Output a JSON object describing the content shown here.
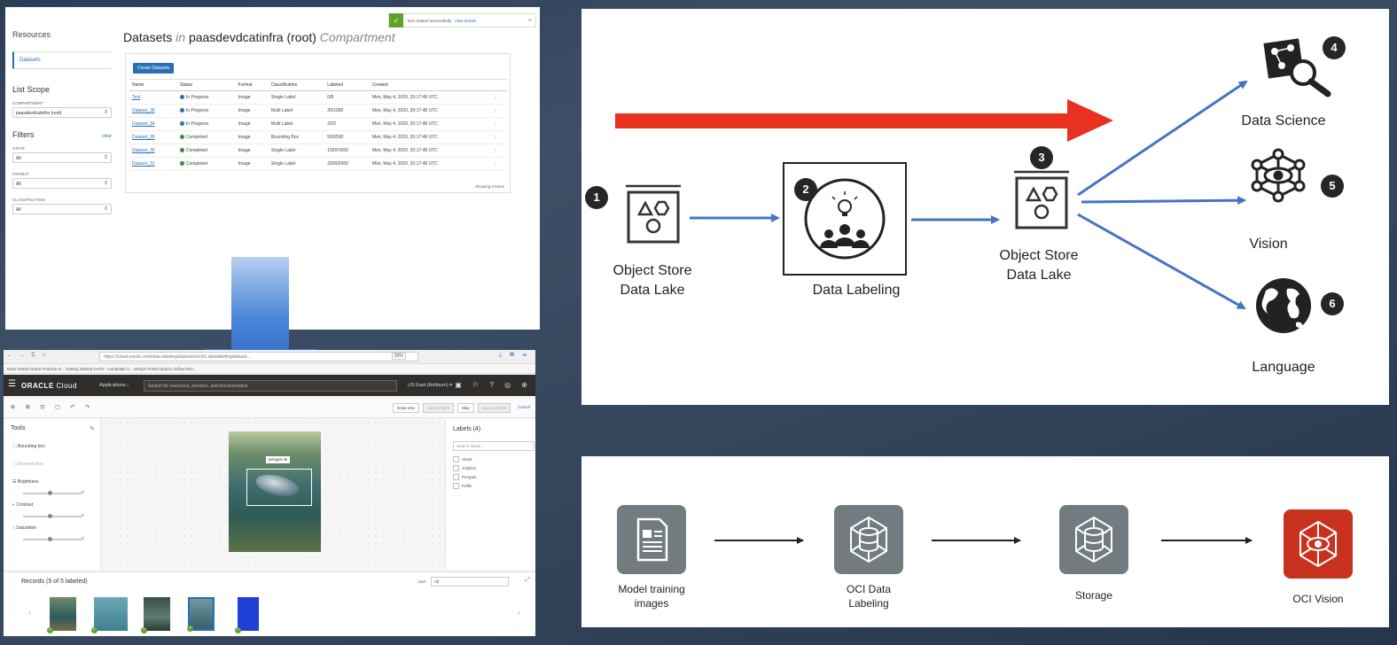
{
  "datasets_panel": {
    "sidebar": {
      "resources_heading": "Resources",
      "datasets_link": "Datasets",
      "list_scope_heading": "List Scope",
      "compartment_label": "COMPARTMENT",
      "compartment_value": "paasdevdcatinfra (root)",
      "filters_heading": "Filters",
      "clear_link": "clear",
      "state_label": "STATE",
      "state_value": "All",
      "format_label": "FORMAT",
      "format_value": "All",
      "classification_label": "CLASSIFICATION",
      "classification_value": "All"
    },
    "title": {
      "main": "Datasets",
      "in": "in",
      "compartment": "paasdevdcatinfra (root)",
      "suffix": "Compartment"
    },
    "toast": {
      "message": "Test created successfully.",
      "link": "View details.",
      "close": "×"
    },
    "create_button": "Create Datasets",
    "columns": [
      "Name",
      "Status",
      "Format",
      "Classification",
      "Labeled",
      "Created"
    ],
    "rows": [
      {
        "name": "Test",
        "status": "In Progress",
        "status_color": "#2a6fb8",
        "format": "Image",
        "classification": "Single Label",
        "labeled": "0/8",
        "created": "Mon, May 4, 2020, 20:17:48 UTC"
      },
      {
        "name": "Dataset_36",
        "status": "In Progress",
        "status_color": "#2a6fb8",
        "format": "Image",
        "classification": "Multi Label",
        "labeled": "20/1000",
        "created": "Mon, May 4, 2020, 20:17:48 UTC"
      },
      {
        "name": "Dataset_34",
        "status": "In Progress",
        "status_color": "#2a6fb8",
        "format": "Image",
        "classification": "Multi Label",
        "labeled": "2/20",
        "created": "Mon, May 4, 2020, 20:17:48 UTC"
      },
      {
        "name": "Dataset_35",
        "status": "Completed",
        "status_color": "#3d8b37",
        "format": "Image",
        "classification": "Bounding Box",
        "labeled": "500/500",
        "created": "Mon, May 4, 2020, 20:17:48 UTC"
      },
      {
        "name": "Dataset_30",
        "status": "Completed",
        "status_color": "#3d8b37",
        "format": "Image",
        "classification": "Single Label",
        "labeled": "1000/1000",
        "created": "Mon, May 4, 2020, 20:17:48 UTC"
      },
      {
        "name": "Dataset_31",
        "status": "Completed",
        "status_color": "#3d8b37",
        "format": "Image",
        "classification": "Single Label",
        "labeled": "2000/2000",
        "created": "Mon, May 4, 2020, 20:17:48 UTC"
      }
    ],
    "footer": "Showing 6 items"
  },
  "labeling_panel": {
    "browser": {
      "nav": "← → C ⌂",
      "url": "https://cloud.oracle.com/data-labeling/datasets/ocid1.datalabelingdataset...",
      "zoom": "90%",
      "right_icons": "⤓ ▥ ☰"
    },
    "bookmarks": "Most Visited   Oracle Practice D...   Getting Started   OATS - Candidate A...   GitOps Portal   Apache Airflow Dev...",
    "oracle_bar": {
      "logo_main": "ORACLE",
      "logo_sub": "Cloud",
      "applications": "Applications ›",
      "search_placeholder": "Search for resources, services, and documentation",
      "region": "US East (Ashburn) ▾",
      "icons": "▣ ⚐ ? ◎ ⊕"
    },
    "toolbar": {
      "tool_icons": "⊕ ⊞ ⊡ ▢ ↶ ↷",
      "buttons": [
        "Draw new",
        "Save & Next",
        "Skip",
        "Save & Close",
        "Cancel"
      ]
    },
    "tools": {
      "title": "Tools",
      "items": [
        "Bounding box",
        "Remove Box",
        "Brightness",
        "Contrast",
        "Saturation"
      ],
      "slider_values": [
        "0",
        "0",
        "0"
      ]
    },
    "bbox_tag": "penguin ⊗",
    "labels": {
      "title": "Labels (4)",
      "search_placeholder": "Search labels...",
      "items": [
        "Shark",
        "Jellyfish",
        "Penguin",
        "Puffin"
      ]
    },
    "records": {
      "title": "Records (5 of 5 labeled)",
      "sort_label": "Sort",
      "sort_value": "All",
      "expand": "⤢"
    }
  },
  "diagram": {
    "nodes": [
      {
        "number": "1",
        "label_line1": "Object Store",
        "label_line2": "Data Lake"
      },
      {
        "number": "2",
        "label_line1": "Data Labeling",
        "label_line2": ""
      },
      {
        "number": "3",
        "label_line1": "Object Store",
        "label_line2": "Data Lake"
      },
      {
        "number": "4",
        "label_line1": "Data Science",
        "label_line2": ""
      },
      {
        "number": "5",
        "label_line1": "Vision",
        "label_line2": ""
      },
      {
        "number": "6",
        "label_line1": "Language",
        "label_line2": ""
      }
    ],
    "colors": {
      "flow_arrow": "#4a72c4",
      "highlight_arrow": "#e8321f"
    }
  },
  "pipeline": {
    "steps": [
      {
        "label_line1": "Model training",
        "label_line2": "images"
      },
      {
        "label_line1": "OCI Data",
        "label_line2": "Labeling"
      },
      {
        "label_line1": "Storage",
        "label_line2": ""
      },
      {
        "label_line1": "OCI Vision",
        "label_line2": ""
      }
    ],
    "colors": {
      "tile": "#727b80",
      "final_tile": "#c9311f"
    }
  }
}
